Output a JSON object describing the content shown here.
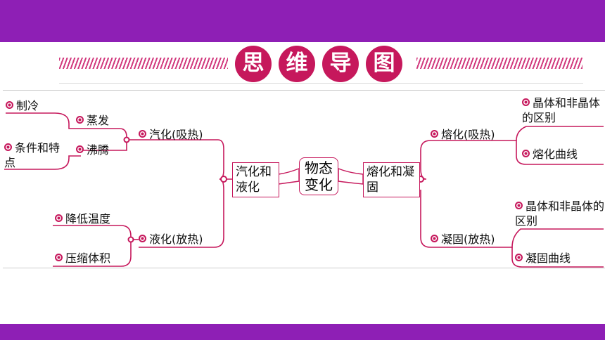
{
  "title": {
    "chars": [
      "思",
      "维",
      "导",
      "图"
    ]
  },
  "colors": {
    "frame": "#8e1fb5",
    "accent": "#c6185c"
  },
  "center": {
    "label": "物态变化"
  },
  "left": {
    "hub": "汽化和液化",
    "vaporization": {
      "label": "汽化(吸热)",
      "evaporation": "蒸发",
      "evaporation_sub": "制冷",
      "boiling": "沸腾",
      "boiling_sub": "条件和特点"
    },
    "liquefaction": {
      "label": "液化(放热)",
      "method1": "降低温度",
      "method2": "压缩体积"
    }
  },
  "right": {
    "hub": "熔化和凝固",
    "melting": {
      "label": "熔化(吸热)",
      "sub1": "晶体和非晶体的区别",
      "sub2": "熔化曲线"
    },
    "solidification": {
      "label": "凝固(放热)",
      "sub1": "晶体和非晶体的区别",
      "sub2": "凝固曲线"
    }
  }
}
